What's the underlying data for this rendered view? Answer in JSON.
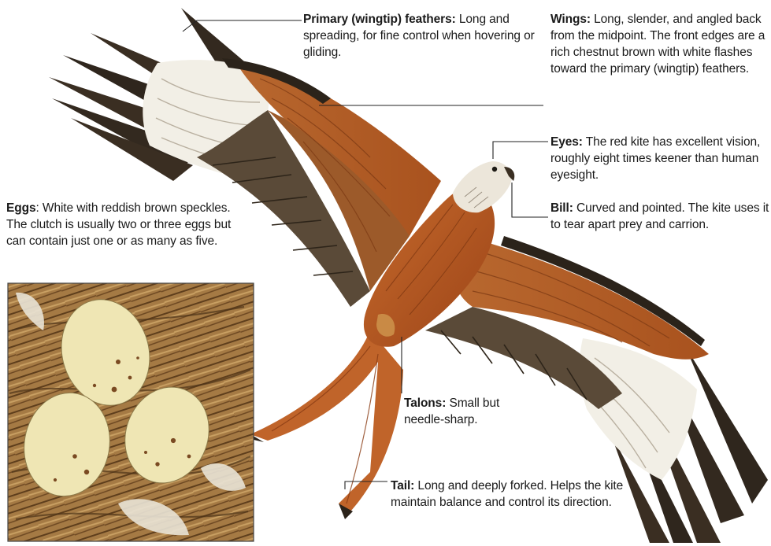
{
  "callouts": {
    "primary": {
      "title": "Primary (wingtip) feathers:",
      "text": " Long and spreading, for fine control when hovering or gliding."
    },
    "wings": {
      "title": "Wings:",
      "text": " Long, slender, and angled back from the midpoint. The front edges are a rich chestnut brown with white flashes toward the primary (wingtip) feathers."
    },
    "eyes": {
      "title": "Eyes:",
      "text": " The red kite has excellent vision, roughly eight times keener than human eyesight."
    },
    "bill": {
      "title": "Bill:",
      "text": " Curved and pointed. The kite uses it to tear apart prey and carrion."
    },
    "eggs": {
      "title": "Eggs",
      "text": ": White with reddish brown speckles. The clutch is usually two or three eggs but can contain just one or as many as five."
    },
    "talons": {
      "title": "Talons:",
      "text": " Small but needle-sharp."
    },
    "tail": {
      "title": "Tail:",
      "text": " Long and deeply forked. Helps the kite maintain balance and control its direction."
    }
  },
  "colors": {
    "plumage_chestnut": "#b5541f",
    "plumage_light": "#d8874a",
    "wing_dark": "#3a2e22",
    "wing_white": "#f2efe6",
    "head_white": "#ece6da",
    "nest_brown": "#8a5e2c",
    "egg_cream": "#efe6b4"
  }
}
